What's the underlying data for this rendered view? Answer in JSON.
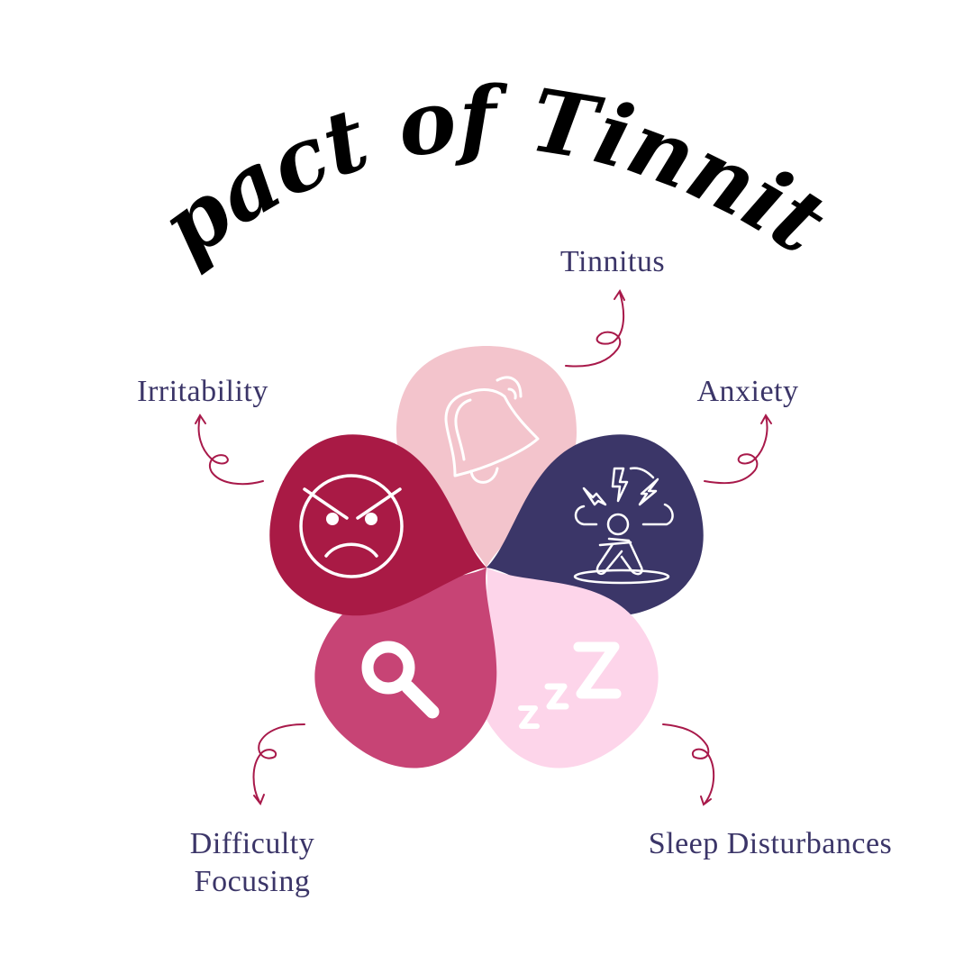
{
  "title": "Impact of Tinnitus",
  "colors": {
    "label_text": "#3b3568",
    "arrow": "#a8194a",
    "tinnitus_petal": "#f3c4cc",
    "anxiety_petal": "#3b3668",
    "sleep_petal": "#fdd5ea",
    "focus_petal": "#c74475",
    "irritability_petal": "#a91a45"
  },
  "petals": [
    {
      "label": "Tinnitus",
      "icon": "bell-icon"
    },
    {
      "label": "Anxiety",
      "icon": "anxious-person-icon"
    },
    {
      "label": "Sleep Disturbances",
      "icon": "zzz-sleep-icon"
    },
    {
      "label_line1": "Difficulty",
      "label_line2": "Focusing",
      "icon": "magnifier-icon"
    },
    {
      "label": "Irritability",
      "icon": "angry-face-icon"
    }
  ]
}
